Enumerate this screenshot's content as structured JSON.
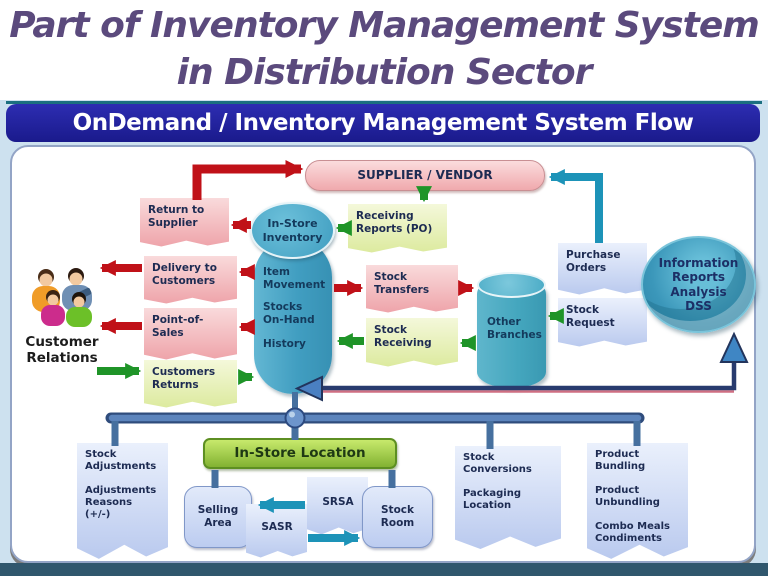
{
  "title": {
    "line1": "Part of Inventory Management System",
    "line2": "in Distribution Sector"
  },
  "header": {
    "title": "OnDemand / Inventory Management System Flow"
  },
  "diagram": {
    "supplier_vendor": "SUPPLIER / VENDOR",
    "return_to_supplier": "Return to\nSupplier",
    "in_store_inventory": "In-Store\nInventory",
    "item_movement": "Item\nMovement",
    "stocks_on_hand": "Stocks\nOn-Hand",
    "history": "History",
    "receiving_reports": "Receiving\nReports (PO)",
    "delivery_to_customers": "Delivery to\nCustomers",
    "point_of_sales": "Point-of-\nSales",
    "customers_returns": "Customers\nReturns",
    "customer_relations": "Customer\nRelations",
    "stock_transfers": "Stock\nTransfers",
    "stock_receiving": "Stock\nReceiving",
    "other_branches": "Other\nBranches",
    "purchase_orders": "Purchase\nOrders",
    "stock_request": "Stock\nRequest",
    "information_dss": "Information\nReports\nAnalysis\nDSS",
    "in_store_location": "In-Store Location",
    "stock_adjustments": "Stock\nAdjustments\n\nAdjustments\nReasons\n(+/-)",
    "selling_area": "Selling\nArea",
    "srsa": "SRSA",
    "sasr": "SASR",
    "stock_room": "Stock\nRoom",
    "stock_conversions": "Stock\nConversions\n\nPackaging\nLocation",
    "product_bundling": "Product\nBundling\n\nProduct\nUnbundling\n\nCombo Meals\nCondiments"
  },
  "colors": {
    "title_text": "#5b4a7d",
    "header_bg": "#1f1f9a",
    "arrow_red": "#c01118",
    "arrow_green": "#1f9428",
    "arrow_teal": "#1d93b8",
    "line_navy": "#283b6e",
    "line_pink": "#cf6f82",
    "connector_steel_blue": "#46709f",
    "cylinder_teal": "#419ec1",
    "location_green": "#82b232"
  }
}
